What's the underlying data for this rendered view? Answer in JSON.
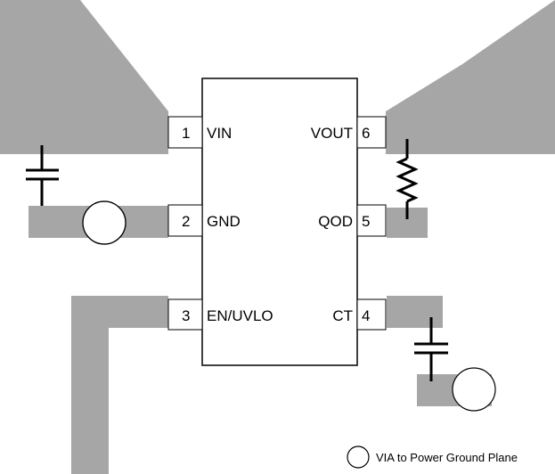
{
  "ic": {
    "pins": [
      {
        "number": "1",
        "name": "VIN"
      },
      {
        "number": "2",
        "name": "GND"
      },
      {
        "number": "3",
        "name": "EN/UVLO"
      },
      {
        "number": "4",
        "name": "CT"
      },
      {
        "number": "5",
        "name": "QOD"
      },
      {
        "number": "6",
        "name": "VOUT"
      }
    ]
  },
  "legend": {
    "text": "VIA to Power Ground Plane"
  },
  "colors": {
    "copper": "#a6a6a6",
    "line": "#000000",
    "background": "#ffffff"
  }
}
